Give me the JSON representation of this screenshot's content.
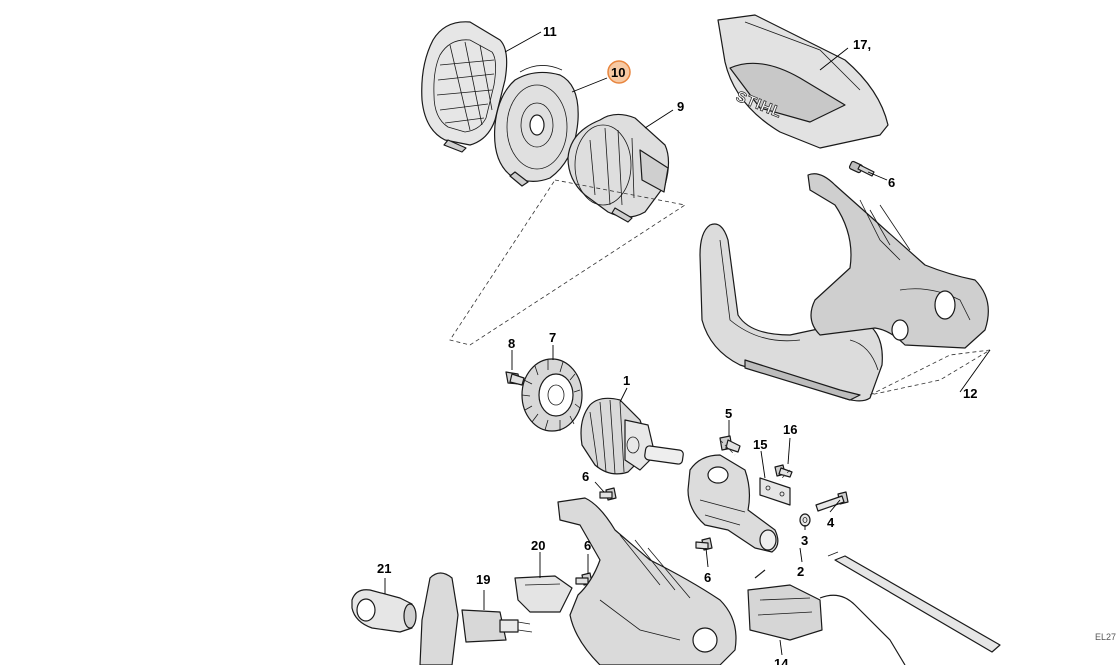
{
  "diagram": {
    "brand_text": "STIHL",
    "watermark": "EL27",
    "highlight_color": "#f0a060",
    "callouts": [
      {
        "id": "c11",
        "text": "11"
      },
      {
        "id": "c10",
        "text": "10",
        "highlight": true
      },
      {
        "id": "c9",
        "text": "9"
      },
      {
        "id": "c17",
        "text": "17,"
      },
      {
        "id": "c6a",
        "text": "6"
      },
      {
        "id": "c12",
        "text": "12"
      },
      {
        "id": "c8",
        "text": "8"
      },
      {
        "id": "c7",
        "text": "7"
      },
      {
        "id": "c1",
        "text": "1"
      },
      {
        "id": "c5",
        "text": "5"
      },
      {
        "id": "c16",
        "text": "16"
      },
      {
        "id": "c15",
        "text": "15"
      },
      {
        "id": "c6b",
        "text": "6"
      },
      {
        "id": "c4",
        "text": "4"
      },
      {
        "id": "c3",
        "text": "3"
      },
      {
        "id": "c2",
        "text": "2"
      },
      {
        "id": "c20",
        "text": "20"
      },
      {
        "id": "c6c",
        "text": "6"
      },
      {
        "id": "c6d",
        "text": "6"
      },
      {
        "id": "c21",
        "text": "21"
      },
      {
        "id": "c19",
        "text": "19"
      },
      {
        "id": "c14",
        "text": "14"
      }
    ]
  }
}
